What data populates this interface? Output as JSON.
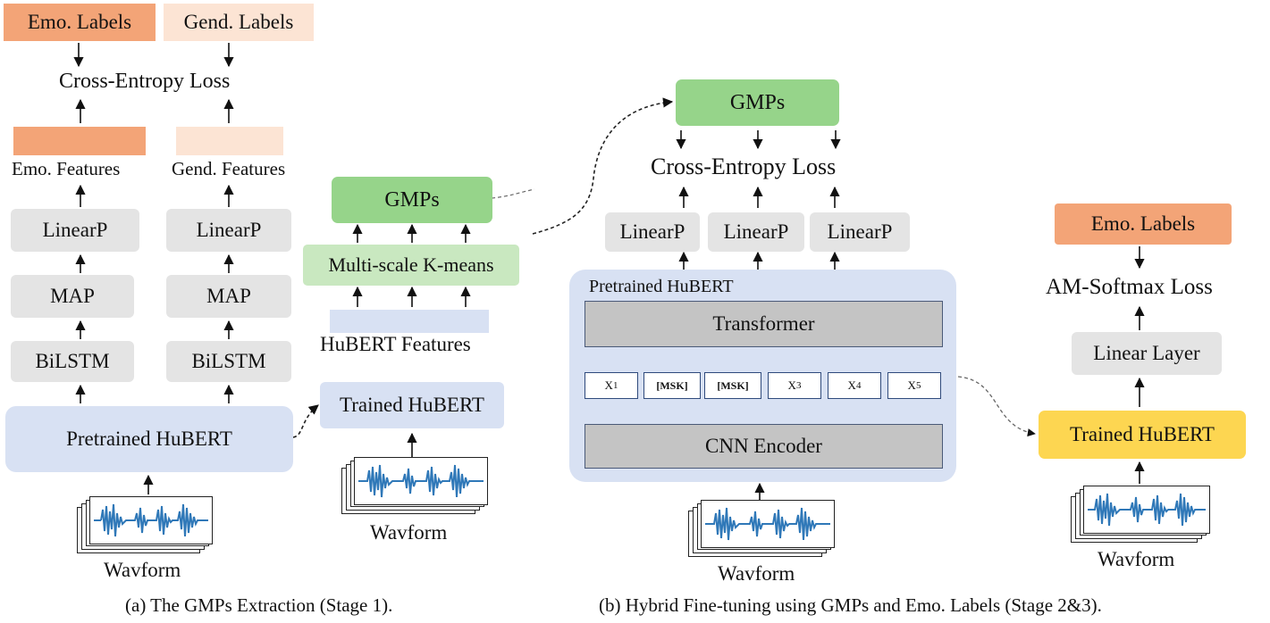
{
  "stage1": {
    "emo_labels": "Emo. Labels",
    "gend_labels": "Gend. Labels",
    "cross_entropy": "Cross-Entropy Loss",
    "emo_features": "Emo. Features",
    "gend_features": "Gend. Features",
    "linearp": "LinearP",
    "map": "MAP",
    "bilstm": "BiLSTM",
    "pretrained_hubert": "Pretrained HuBERT",
    "wavform": "Wavform",
    "caption": "(a) The GMPs Extraction (Stage 1)."
  },
  "kmeans": {
    "gmps": "GMPs",
    "multiscale": "Multi-scale K-means",
    "hubert_features": "HuBERT Features",
    "trained_hubert": "Trained HuBERT",
    "wavform": "Wavform"
  },
  "stage2": {
    "gmps": "GMPs",
    "cross_entropy": "Cross-Entropy Loss",
    "linearp": "LinearP",
    "pretrained_hubert": "Pretrained HuBERT",
    "transformer": "Transformer",
    "cnn_encoder": "CNN Encoder",
    "tokens": [
      "X",
      "[MSK]",
      "[MSK]",
      "X",
      "X",
      "X"
    ],
    "token_subs": [
      "1",
      "",
      "",
      "3",
      "4",
      "5"
    ],
    "wavform": "Wavform",
    "caption": "(b) Hybrid Fine-tuning using GMPs and Emo. Labels (Stage 2&3)."
  },
  "stage3": {
    "emo_labels": "Emo. Labels",
    "loss": "AM-Softmax Loss",
    "linear_layer": "Linear Layer",
    "trained_hubert": "Trained HuBERT",
    "wavform": "Wavform"
  },
  "colors": {
    "emo_orange": "#f3a477",
    "gend_peach": "#fce4d4",
    "gmps_green": "#96d48a",
    "kmeans_green": "#c9e8c0",
    "hubert_blue": "#d8e1f3",
    "trained_yellow": "#fdd651",
    "waveform_blue": "#2f78b8"
  }
}
